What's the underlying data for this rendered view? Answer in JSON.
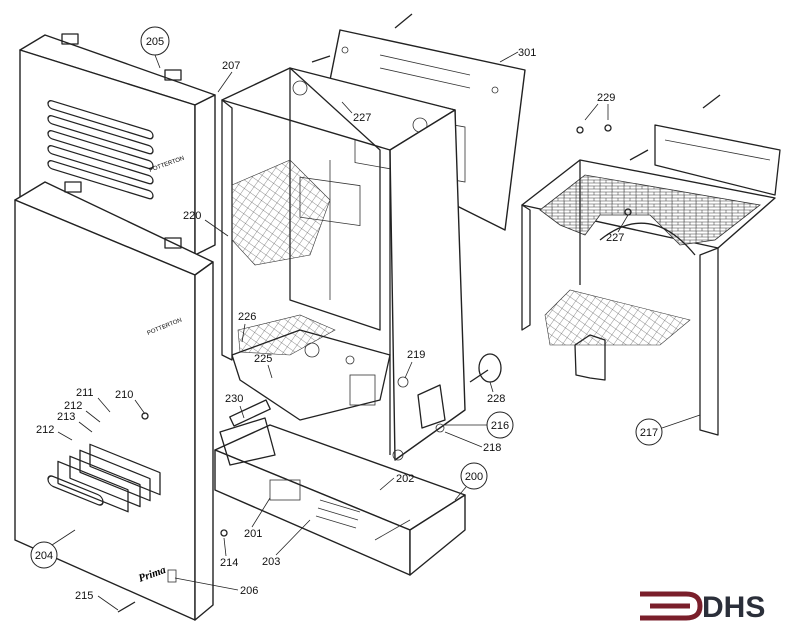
{
  "labels": {
    "l200": "200",
    "l201": "201",
    "l202": "202",
    "l203": "203",
    "l204": "204",
    "l205": "205",
    "l206": "206",
    "l207": "207",
    "l210": "210",
    "l211": "211",
    "l212a": "212",
    "l212b": "212",
    "l213": "213",
    "l214": "214",
    "l215": "215",
    "l216": "216",
    "l217": "217",
    "l218": "218",
    "l219": "219",
    "l220": "220",
    "l225": "225",
    "l226": "226",
    "l227a": "227",
    "l227b": "227",
    "l228": "228",
    "l229": "229",
    "l230": "230",
    "l301": "301"
  },
  "logo": {
    "text": "DHS",
    "color": "#7a1f2b"
  },
  "panel_marks": {
    "brand_small": "POTTERTON",
    "model": "Prima"
  }
}
